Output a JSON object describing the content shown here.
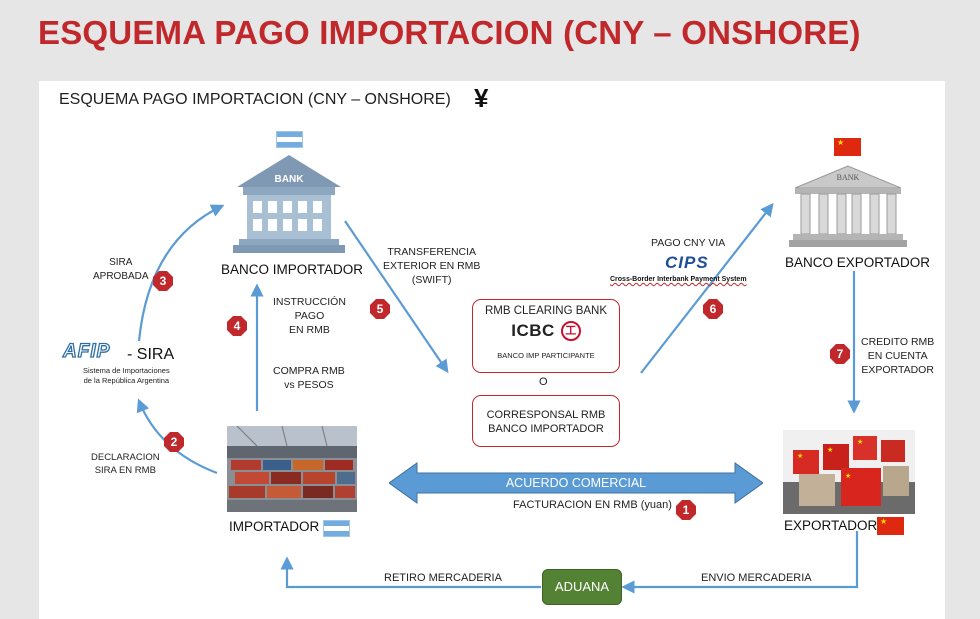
{
  "page_title": "ESQUEMA PAGO IMPORTACION (CNY – ONSHORE)",
  "slide": {
    "title": "ESQUEMA PAGO IMPORTACION (CNY – ONSHORE)",
    "currency_symbol": "¥",
    "bank_sign": "BANK",
    "bank_importador": "BANCO IMPORTADOR",
    "bank_exportador": "BANCO EXPORTADOR",
    "afip_logo_text": "AFIP",
    "sira_label": "- SIRA",
    "sira_subtitle": [
      "Sistema de Importaciones",
      "de la República Argentina"
    ],
    "importador": "IMPORTADOR",
    "exportador": "EXPORTADOR",
    "sira_aprobada": [
      "SIRA",
      "APROBADA"
    ],
    "declaracion": [
      "DECLARACION",
      "SIRA EN RMB"
    ],
    "instruccion": [
      "INSTRUCCIÓN",
      "PAGO",
      "EN RMB"
    ],
    "compra": [
      "COMPRA RMB",
      "vs PESOS"
    ],
    "transferencia": [
      "TRANSFERENCIA",
      "EXTERIOR EN RMB",
      "(SWIFT)"
    ],
    "pago_cny": "PAGO CNY VIA",
    "cips_logo": "CIPS",
    "cips_caption": "Cross-Border Interbank Payment System",
    "credito": [
      "CREDITO RMB",
      "EN CUENTA",
      "EXPORTADOR"
    ],
    "clearing_title": "RMB CLEARING BANK",
    "icbc_logo": "ICBC",
    "icbc_symbol": "工",
    "banco_imp_participante": "BANCO IMP PARTICIPANTE",
    "o_separator": "O",
    "corresponsal": [
      "CORRESPONSAL RMB",
      "BANCO IMPORTADOR"
    ],
    "acuerdo": "ACUERDO COMERCIAL",
    "facturacion": "FACTURACION EN RMB (yuan)",
    "retiro": "RETIRO MERCADERIA",
    "envio": "ENVIO MERCADERIA",
    "aduana": "ADUANA",
    "steps": [
      "1",
      "2",
      "3",
      "4",
      "5",
      "6",
      "7"
    ]
  },
  "colors": {
    "title_red": "#c0282b",
    "arrow_blue": "#5b9bd5",
    "badge_red": "#c0282b",
    "aduana_green": "#548235",
    "icbc_red": "#c8102e",
    "cips_blue": "#1f4e99"
  }
}
